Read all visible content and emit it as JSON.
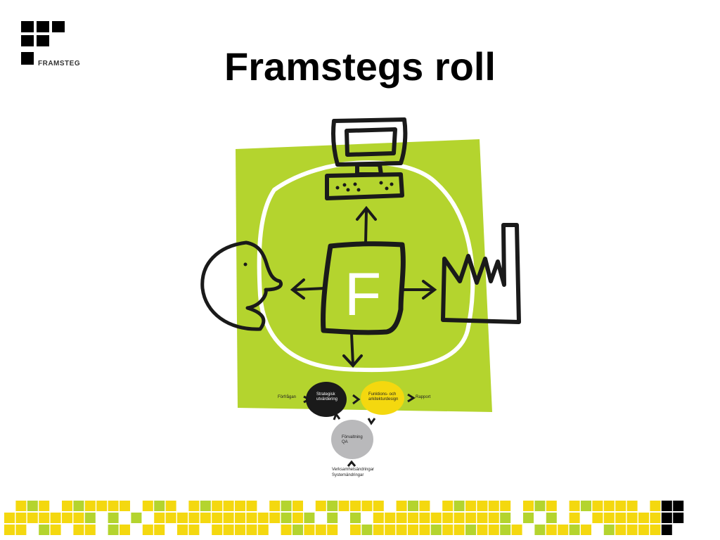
{
  "logo": {
    "text": "FRAMSTEG"
  },
  "title": "Framstegs roll",
  "diagram": {
    "center_letter": "F",
    "flow": {
      "input_label": "Förfrågan",
      "step1_label": "Strategisk utvärdering",
      "step2_label": "Funktions- och arkitekturdesign",
      "output_label": "Rapport",
      "step3_label": "Förvaltning QA",
      "bottom_label_1": "Verksamhetsändringar",
      "bottom_label_2": "Systemändringar"
    }
  },
  "colors": {
    "brand_green": "#b4d42e",
    "brand_yellow": "#f4d80f",
    "dark": "#1a1a1a",
    "grey_blob": "#b9b9bb"
  }
}
